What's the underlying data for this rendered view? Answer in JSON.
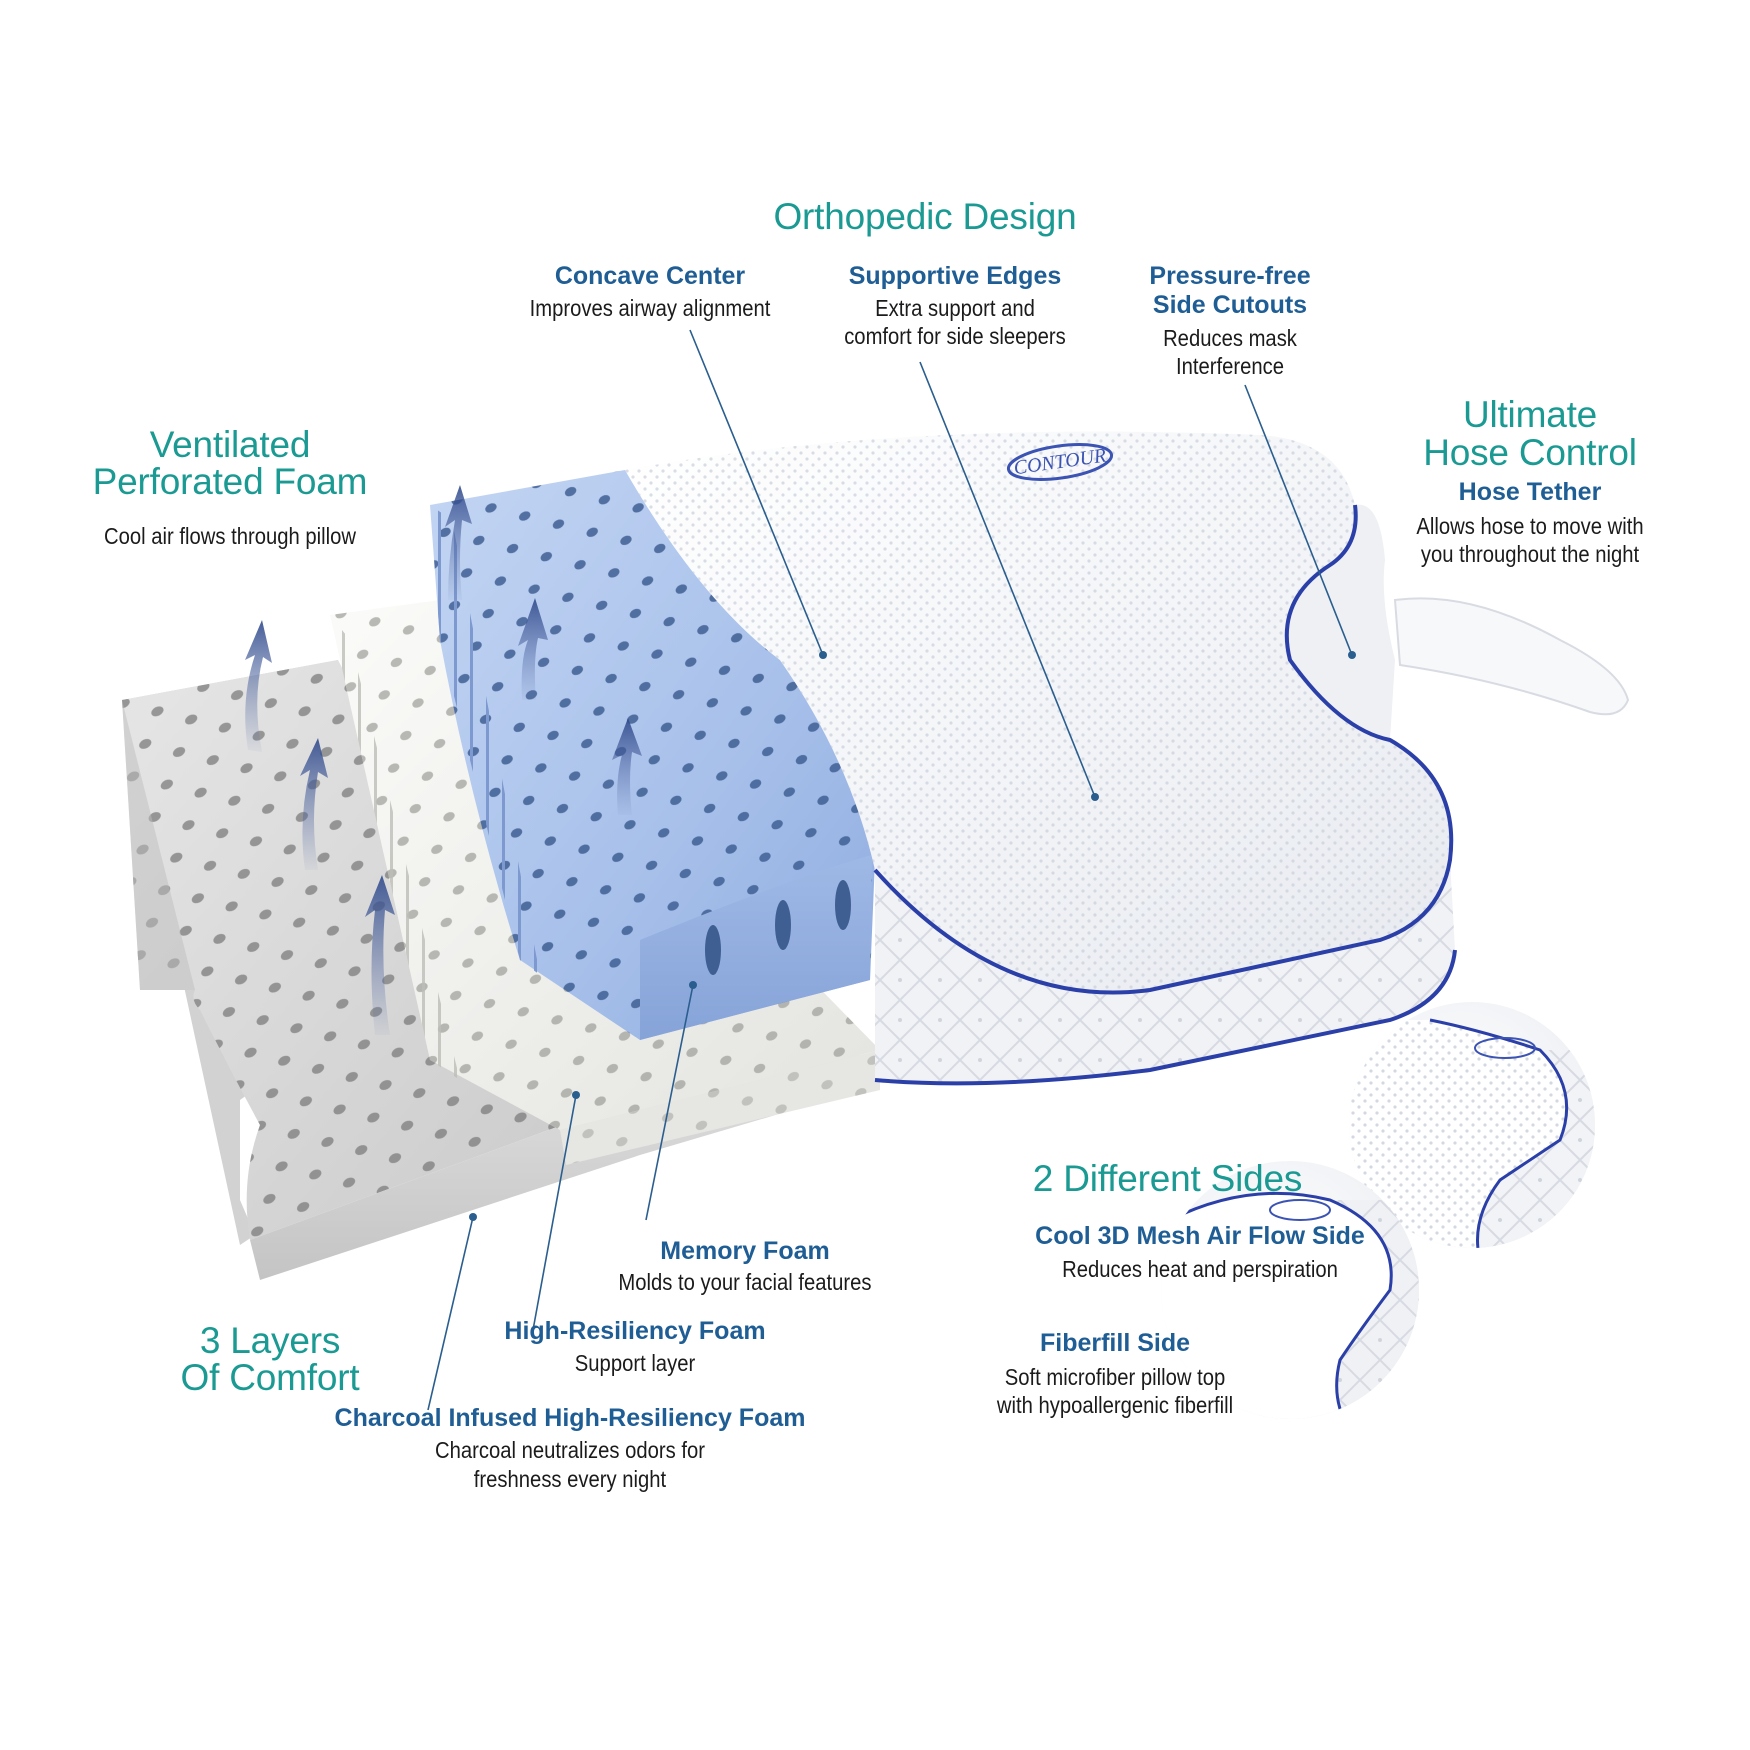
{
  "headings": {
    "orthopedic": "Orthopedic Design",
    "ventilated_1": "Ventilated",
    "ventilated_2": "Perforated Foam",
    "hose_1": "Ultimate",
    "hose_2": "Hose Control",
    "layers_1": "3 Layers",
    "layers_2": "Of Comfort",
    "sides": "2 Different Sides"
  },
  "features": {
    "concave": {
      "title": "Concave Center",
      "desc": "Improves airway alignment"
    },
    "edges": {
      "title": "Supportive Edges",
      "desc_1": "Extra support and",
      "desc_2": "comfort for side sleepers"
    },
    "cutouts": {
      "title_1": "Pressure-free",
      "title_2": "Side Cutouts",
      "desc_1": "Reduces mask",
      "desc_2": "Interference"
    },
    "tether": {
      "title": "Hose Tether",
      "desc_1": "Allows hose to move with",
      "desc_2": "you throughout the night"
    },
    "ventilation": {
      "desc": "Cool air flows through pillow"
    },
    "memory": {
      "title": "Memory Foam",
      "desc": "Molds to your facial features"
    },
    "hr_foam": {
      "title": "High-Resiliency Foam",
      "desc": "Support layer"
    },
    "charcoal": {
      "title": "Charcoal Infused High-Resiliency Foam",
      "desc_1": "Charcoal neutralizes odors for",
      "desc_2": "freshness every night"
    },
    "mesh_side": {
      "title": "Cool 3D Mesh Air Flow Side",
      "desc": "Reduces heat and perspiration"
    },
    "fiber_side": {
      "title": "Fiberfill Side",
      "desc_1": "Soft microfiber pillow top",
      "desc_2": "with hypoallergenic fiberfill"
    }
  },
  "brand": {
    "logo_text": "CONTOUR"
  },
  "colors": {
    "teal_heading": "#1a9a92",
    "blue_title": "#1f5d95",
    "memory_foam": "#a9c2ea",
    "gray_foam": "#d9d9d9",
    "white_foam": "#f4f4f2",
    "piping": "#2b3fa8"
  }
}
